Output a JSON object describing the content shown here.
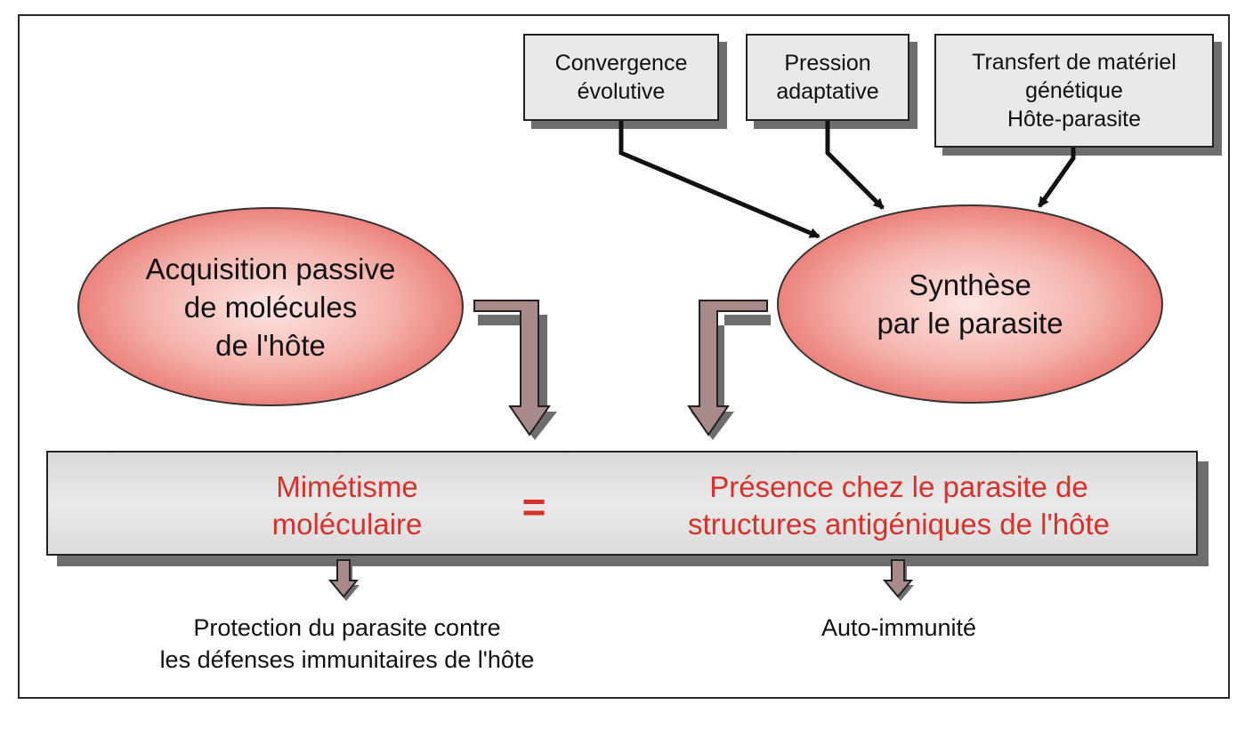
{
  "causes": [
    {
      "lines": [
        "Convergence",
        "évolutive"
      ]
    },
    {
      "lines": [
        "Pression",
        "adaptative"
      ]
    },
    {
      "lines": [
        "Transfert de matériel",
        "génétique",
        "Hôte-parasite"
      ]
    }
  ],
  "sources": {
    "left": {
      "lines": [
        "Acquisition passive",
        "de molécules",
        "de l'hôte"
      ]
    },
    "right": {
      "lines": [
        "Synthèse",
        "par le parasite"
      ]
    }
  },
  "main": {
    "term_lines": [
      "Mimétisme",
      "moléculaire"
    ],
    "equals": "=",
    "definition_lines": [
      "Présence chez le parasite de",
      "structures antigéniques de l'hôte"
    ]
  },
  "outcomes": {
    "left": {
      "lines": [
        "Protection du parasite contre",
        "les défenses immunitaires de l'hôte"
      ]
    },
    "right": {
      "lines": [
        "Auto-immunité"
      ]
    }
  },
  "colors": {
    "accent_text": "#d8312b",
    "ellipse_fill": "#e8716b",
    "block_arrow_fill": "#a98a8a",
    "box_fill": "#e9e9e9"
  }
}
